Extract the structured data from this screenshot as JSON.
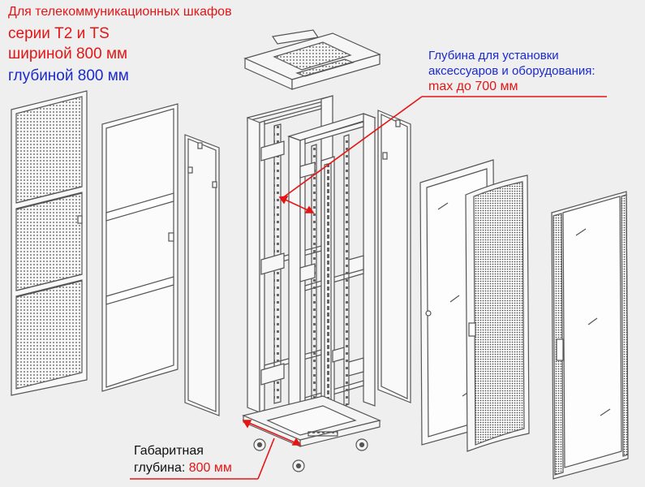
{
  "heading": {
    "line1": "Для телекоммуникационных шкафов",
    "line2": "серии T2 и TS",
    "line3": "шириной 800 мм",
    "line4": "глубиной 800 мм"
  },
  "depth_note": {
    "line1": "Глубина для установки",
    "line2": "аксессуаров и оборудования:",
    "line3": "max до 700 мм"
  },
  "overall_note": {
    "line1": "Габаритная",
    "line2_prefix": "глубина: ",
    "line2_value": "800 мм"
  },
  "colors": {
    "red": "#e51515",
    "blue": "#1a2ad0",
    "line": "#555555",
    "background": "#efefef"
  }
}
